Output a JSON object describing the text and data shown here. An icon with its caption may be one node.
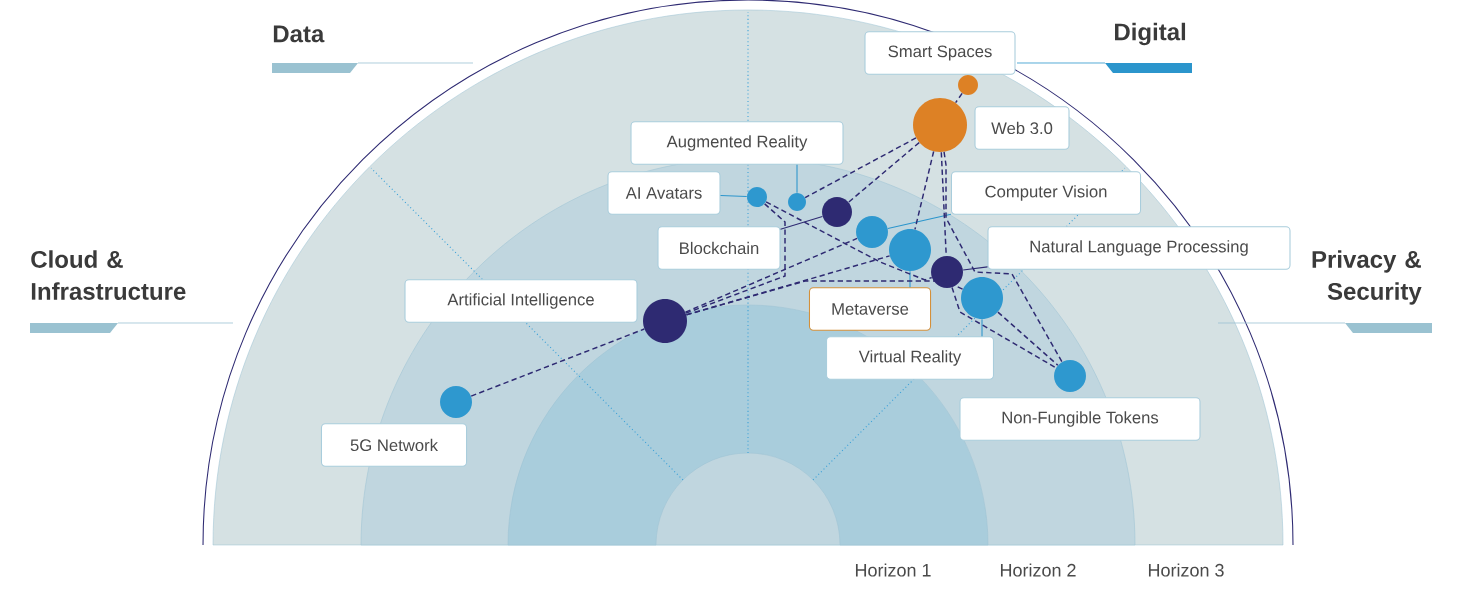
{
  "diagram": {
    "nodes": [
      {
        "text": [
          "Smart Spaces"
        ]
      },
      {
        "text": [
          "Web 3.0"
        ]
      },
      {
        "text": [
          "Augmented Reality"
        ]
      },
      {
        "text": [
          "AI Avatars"
        ]
      },
      {
        "text": [
          "Computer Vision"
        ]
      },
      {
        "text": [
          "Blockchain"
        ]
      },
      {
        "text": [
          "Natural Language Processing"
        ]
      },
      {
        "text": [
          "Artificial Intelligence"
        ]
      },
      {
        "text": [
          "Metaverse"
        ]
      },
      {
        "text": [
          "Virtual Reality"
        ]
      },
      {
        "text": [
          "Non-Fungible Tokens"
        ]
      },
      {
        "text": [
          "5G Network"
        ]
      },
      {
        "text": [],
        "shape": "circle"
      },
      {
        "text": [],
        "shape": "circle"
      },
      {
        "text": [],
        "shape": "circle"
      },
      {
        "text": [],
        "shape": "circle"
      },
      {
        "text": [],
        "shape": "circle"
      },
      {
        "text": [],
        "shape": "circle"
      },
      {
        "text": [],
        "shape": "circle"
      },
      {
        "text": [],
        "shape": "circle"
      },
      {
        "text": [],
        "shape": "circle"
      },
      {
        "text": [],
        "shape": "circle"
      },
      {
        "text": [],
        "shape": "circle"
      },
      {
        "text": [],
        "shape": "circle"
      }
    ],
    "edges": [
      {
        "from": 3,
        "to": 15,
        "arrow": "none",
        "color": "#2b95cc"
      },
      {
        "from": 2,
        "to": 14,
        "arrow": "none",
        "color": "#2b95cc"
      },
      {
        "from": 5,
        "to": 16,
        "arrow": "none"
      },
      {
        "from": 4,
        "to": 17,
        "arrow": "none",
        "color": "#2b95cc"
      },
      {
        "from": 8,
        "to": 18,
        "arrow": "none",
        "color": "#2b95cc"
      },
      {
        "from": 6,
        "to": 19,
        "arrow": "none"
      },
      {
        "from": 9,
        "to": 20,
        "arrow": "none",
        "color": "#2b95cc"
      },
      {
        "from": 12,
        "to": 13,
        "arrow": "none",
        "style": "dashed"
      },
      {
        "from": 13,
        "to": 14,
        "arrow": "none",
        "style": "dashed"
      },
      {
        "from": 13,
        "to": 16,
        "arrow": "none",
        "style": "dashed"
      },
      {
        "from": 13,
        "to": 18,
        "arrow": "none",
        "style": "dashed"
      },
      {
        "from": 13,
        "to": 19,
        "arrow": "none",
        "style": "dashed"
      },
      {
        "from": 13,
        "to": 21,
        "arrow": "none",
        "style": "dashed"
      },
      {
        "from": 15,
        "to": 22,
        "arrow": "none",
        "style": "dashed"
      },
      {
        "from": 22,
        "to": 17,
        "arrow": "none",
        "style": "dashed"
      },
      {
        "from": 22,
        "to": 18,
        "arrow": "none",
        "style": "dashed"
      },
      {
        "from": 23,
        "to": 22,
        "arrow": "none",
        "style": "dashed"
      },
      {
        "from": 22,
        "to": 20,
        "arrow": "none",
        "style": "dashed"
      },
      {
        "from": 15,
        "to": 19,
        "arrow": "none",
        "style": "dashed"
      },
      {
        "from": 20,
        "to": 21,
        "arrow": "none",
        "style": "dashed"
      },
      {
        "from": 19,
        "to": 21,
        "arrow": "none",
        "style": "dashed"
      }
    ],
    "labels": [
      "Data",
      "Digital",
      "Cloud & Infrastructure",
      "Privacy & Security",
      "Horizon 1",
      "Horizon 2",
      "Horizon 3"
    ]
  }
}
